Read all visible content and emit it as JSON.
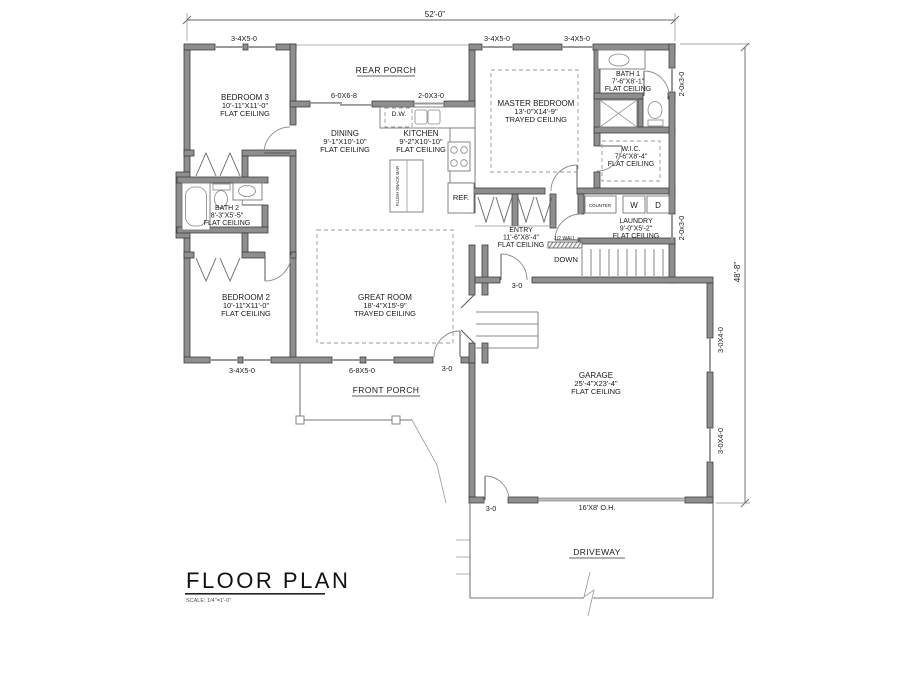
{
  "drawing": {
    "title": "FLOOR PLAN",
    "scale_note": "SCALE: 1/4\"=1'-0\"",
    "overall_width": "52'-0\"",
    "overall_depth": "48'-8\""
  },
  "rooms": {
    "bedroom3": {
      "name": "BEDROOM 3",
      "size": "10'-11\"X11'-0\"",
      "ceiling": "FLAT CEILING"
    },
    "bedroom2": {
      "name": "BEDROOM 2",
      "size": "10'-11\"X11'-0\"",
      "ceiling": "FLAT CEILING"
    },
    "bath2": {
      "name": "BATH 2",
      "size": "8'-3\"X5'-5\"",
      "ceiling": "FLAT CEILING"
    },
    "dining": {
      "name": "DINING",
      "size": "9'-1\"X10'-10\"",
      "ceiling": "FLAT CEILING"
    },
    "kitchen": {
      "name": "KITCHEN",
      "size": "9'-2\"X10'-10\"",
      "ceiling": "FLAT CEILING"
    },
    "great_room": {
      "name": "GREAT ROOM",
      "size": "18'-4\"X15'-9\"",
      "ceiling": "TRAYED CEILING"
    },
    "master_bedroom": {
      "name": "MASTER BEDROOM",
      "size": "13'-0\"X14'-9\"",
      "ceiling": "TRAYED CEILING"
    },
    "bath1": {
      "name": "BATH 1",
      "size": "7'-6\"X8'-1\"",
      "ceiling": "FLAT CEILING"
    },
    "wic": {
      "name": "W.I.C.",
      "size": "7'-6\"X8'-4\"",
      "ceiling": "FLAT CEILING"
    },
    "laundry": {
      "name": "LAUNDRY",
      "size": "9'-0\"X5'-2\"",
      "ceiling": "FLAT CEILING"
    },
    "entry": {
      "name": "ENTRY",
      "size": "11'-6\"X8'-4\"",
      "ceiling": "FLAT CEILING"
    },
    "garage": {
      "name": "GARAGE",
      "size": "25'-4\"X23'-4\"",
      "ceiling": "FLAT CEILING"
    },
    "rear_porch": "REAR PORCH",
    "front_porch": "FRONT PORCH",
    "driveway": "DRIVEWAY"
  },
  "openings": {
    "bed3_window": "3-4X5-0",
    "master_window_1": "3-4X5-0",
    "master_window_2": "3-4X5-0",
    "rear_slider": "6-0X6-8",
    "kitchen_window": "2-0X3-0",
    "bath1_window": "2-0x3-0",
    "laundry_window": "2-0x3-0",
    "bed2_window": "3-4X5-0",
    "great_room_window": "6-8X5-0",
    "front_door": "3-0",
    "garage_entry_door": "3-0",
    "garage_service_door": "3-0",
    "garage_window_1": "3-0X4-0",
    "garage_window_2": "3-0X4-0",
    "overhead_door": "16'X8' O.H."
  },
  "annotations": {
    "dw": "D.W.",
    "ref": "REF.",
    "snack_bar": "FLUSH SNACK BAR",
    "counter": "COUNTER",
    "washer": "W",
    "dryer": "D",
    "half_wall": "1/2 WALL",
    "down": "DOWN"
  },
  "colors": {
    "wall_fill": "#8e8e8e",
    "wall_edge": "#3f3f3f",
    "line": "#777777",
    "text": "#1a1a1a",
    "background": "#ffffff"
  }
}
